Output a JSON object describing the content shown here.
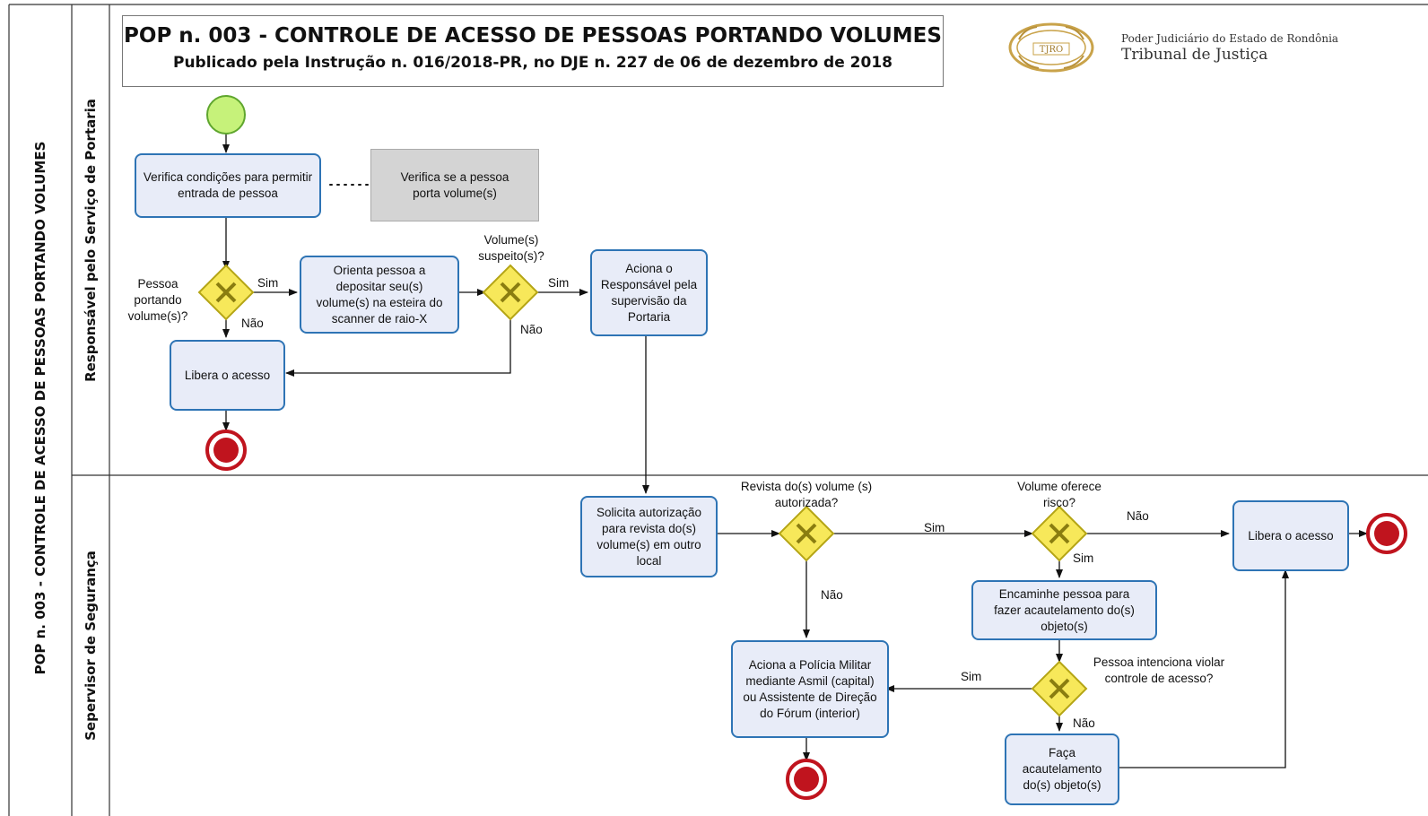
{
  "pool": {
    "label": "POP n. 003 - CONTROLE DE ACESSO DE PESSOAS PORTANDO VOLUMES"
  },
  "lanes": {
    "portaria": "Responsável pelo Serviço de Portaria",
    "seguranca": "Sepervisor de Segurança"
  },
  "header": {
    "title": "POP n. 003 - CONTROLE DE ACESSO DE PESSOAS PORTANDO VOLUMES",
    "subtitle": "Publicado pela Instrução n. 016/2018-PR, no DJE n. 227 de 06 de dezembro de 2018",
    "seal_text": "TJRO",
    "org_line1": "Poder Judiciário do Estado de Rondônia",
    "org_line2": "Tribunal de Justiça"
  },
  "tasks": {
    "verifica_condicoes": "Verifica condições para permitir entrada de pessoa",
    "verifica_volume": "Verifica se a pessoa porta volume(s)",
    "orienta": "Orienta pessoa a depositar seu(s) volume(s) na esteira do scanner de raio-X",
    "aciona_responsavel": "Aciona o Responsável pela supervisão da Portaria",
    "libera_portaria": "Libera o acesso",
    "solicita": "Solicita autorização para revista do(s) volume(s) em outro local",
    "encaminhe": "Encaminhe pessoa para fazer acautelamento do(s) objeto(s)",
    "libera_seguranca": "Libera o acesso",
    "aciona_policia": "Aciona a Polícia Militar mediante Asmil (capital) ou Assistente de Direção do Fórum (interior)",
    "faca": "Faça acautelamento do(s) objeto(s)"
  },
  "gateways": {
    "portando": "Pessoa portando volume(s)?",
    "suspeito": "Volume(s) suspeito(s)?",
    "revista": "Revista do(s) volume (s) autorizada?",
    "risco": "Volume oferece risco?",
    "viola": "Pessoa intenciona violar controle de acesso?"
  },
  "flow_labels": {
    "sim": "Sim",
    "nao": "Não"
  },
  "colors": {
    "task_border": "#2e74b5",
    "task_fill": "#e8ecf8",
    "start_fill": "#c6f27a",
    "start_border": "#5fa62e",
    "end_fill": "#c0141e",
    "gateway_fill": "#f7e85a",
    "gateway_border": "#b5a515"
  }
}
